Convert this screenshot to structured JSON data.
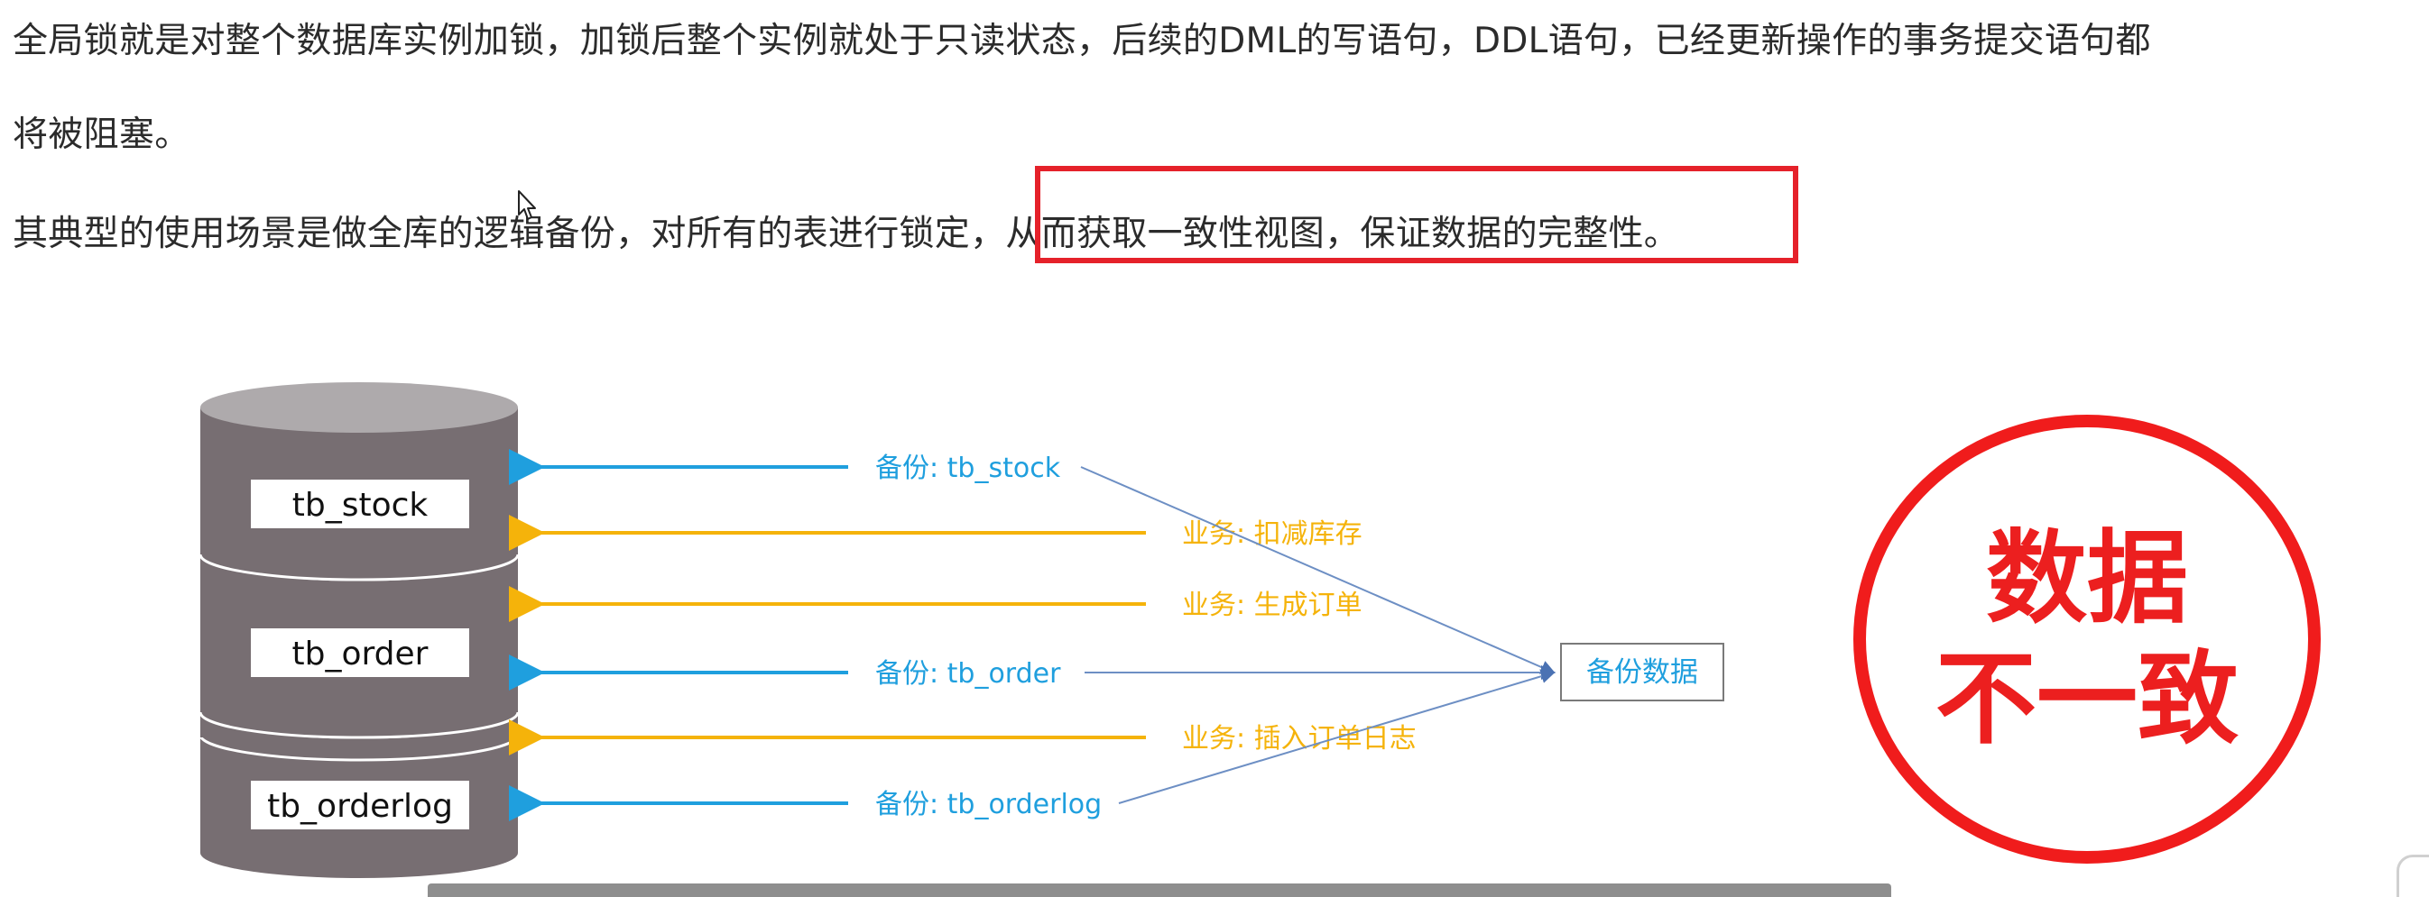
{
  "text": {
    "para1_line1": "全局锁就是对整个数据库实例加锁，加锁后整个实例就处于只读状态，后续的DML的写语句，DDL语句，已经更新操作的事务提交语句都",
    "para1_line2": "将被阻塞。",
    "para2": "其典型的使用场景是做全库的逻辑备份，对所有的表进行锁定，从而获取一致性视图，保证数据的完整性。"
  },
  "diagram": {
    "tables": [
      "tb_stock",
      "tb_order",
      "tb_orderlog"
    ],
    "arrows": [
      {
        "label": "备份: tb_stock",
        "kind": "backup"
      },
      {
        "label": "业务: 扣减库存",
        "kind": "business"
      },
      {
        "label": "业务: 生成订单",
        "kind": "business"
      },
      {
        "label": "备份: tb_order",
        "kind": "backup"
      },
      {
        "label": "业务: 插入订单日志",
        "kind": "business"
      },
      {
        "label": "备份: tb_orderlog",
        "kind": "backup"
      }
    ],
    "target_label": "备份数据",
    "colors": {
      "backup": "#1f9fde",
      "business": "#f5b30a",
      "connector": "#6d8fc4",
      "cylinder_body": "#776e72",
      "cylinder_top": "#aeaaac"
    }
  },
  "stamp": {
    "line1": "数据",
    "line2": "不一致",
    "color": "#ec1f1f"
  },
  "icons": {
    "cursor": "mouse-pointer-icon"
  }
}
